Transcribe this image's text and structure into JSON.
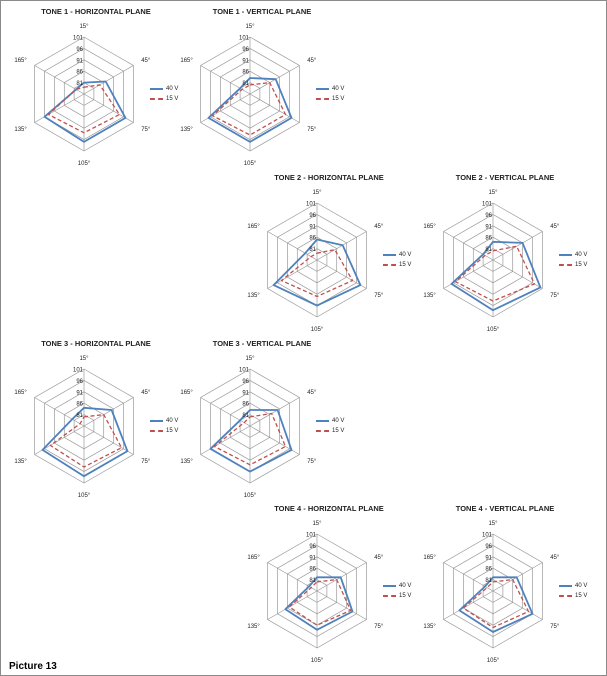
{
  "caption": "Picture 13",
  "legend": {
    "series1": "40 V",
    "series2": "15 V"
  },
  "colors": {
    "series1": "#4f81bd",
    "series2": "#c0504d",
    "grid": "#9a9a9a"
  },
  "chart_data": [
    {
      "type": "radar",
      "title": "TONE 1 - HORIZONTAL PLANE",
      "categories": [
        "15°",
        "45°",
        "75°",
        "105°",
        "135°",
        "165°"
      ],
      "radial_ticks": [
        101,
        96,
        91,
        86,
        81
      ],
      "rlim": [
        76,
        101
      ],
      "series": [
        {
          "name": "40 V",
          "values": [
            81,
            87,
            97,
            97,
            96,
            80
          ]
        },
        {
          "name": "15 V",
          "values": [
            79,
            84,
            94,
            93,
            94,
            80
          ]
        }
      ]
    },
    {
      "type": "radar",
      "title": "TONE 1 - VERTICAL PLANE",
      "categories": [
        "15°",
        "45°",
        "75°",
        "105°",
        "135°",
        "165°"
      ],
      "radial_ticks": [
        101,
        96,
        91,
        86,
        81
      ],
      "rlim": [
        76,
        101
      ],
      "series": [
        {
          "name": "40 V",
          "values": [
            83,
            89,
            97,
            97,
            97,
            81
          ]
        },
        {
          "name": "15 V",
          "values": [
            80,
            86,
            94,
            94,
            95,
            80
          ]
        }
      ]
    },
    {
      "type": "radar",
      "title": "TONE 2 - HORIZONTAL PLANE",
      "categories": [
        "15°",
        "45°",
        "75°",
        "105°",
        "135°",
        "165°"
      ],
      "radial_ticks": [
        101,
        96,
        91,
        86,
        81
      ],
      "rlim": [
        76,
        101
      ],
      "series": [
        {
          "name": "40 V",
          "values": [
            85,
            89,
            98,
            96,
            98,
            82
          ]
        },
        {
          "name": "15 V",
          "values": [
            79,
            85,
            94,
            92,
            94,
            79
          ]
        }
      ]
    },
    {
      "type": "radar",
      "title": "TONE 2 - VERTICAL PLANE",
      "categories": [
        "15°",
        "45°",
        "75°",
        "105°",
        "135°",
        "165°"
      ],
      "radial_ticks": [
        101,
        96,
        91,
        86,
        81
      ],
      "rlim": [
        76,
        101
      ],
      "series": [
        {
          "name": "40 V",
          "values": [
            84,
            91,
            100,
            98,
            97,
            81
          ]
        },
        {
          "name": "15 V",
          "values": [
            80,
            88,
            97,
            94,
            95,
            80
          ]
        }
      ]
    },
    {
      "type": "radar",
      "title": "TONE 3 - HORIZONTAL PLANE",
      "categories": [
        "15°",
        "45°",
        "75°",
        "105°",
        "135°",
        "165°"
      ],
      "radial_ticks": [
        101,
        96,
        91,
        86,
        81
      ],
      "rlim": [
        76,
        101
      ],
      "series": [
        {
          "name": "40 V",
          "values": [
            84,
            90,
            98,
            98,
            97,
            82
          ]
        },
        {
          "name": "15 V",
          "values": [
            80,
            86,
            95,
            94,
            93,
            78
          ]
        }
      ]
    },
    {
      "type": "radar",
      "title": "TONE 3 - VERTICAL PLANE",
      "categories": [
        "15°",
        "45°",
        "75°",
        "105°",
        "135°",
        "165°"
      ],
      "radial_ticks": [
        101,
        96,
        91,
        86,
        81
      ],
      "rlim": [
        76,
        101
      ],
      "series": [
        {
          "name": "40 V",
          "values": [
            83,
            90,
            97,
            96,
            96,
            81
          ]
        },
        {
          "name": "15 V",
          "values": [
            80,
            87,
            94,
            93,
            94,
            79
          ]
        }
      ]
    },
    {
      "type": "radar",
      "title": "TONE 4 - HORIZONTAL PLANE",
      "categories": [
        "15°",
        "45°",
        "75°",
        "105°",
        "135°",
        "165°"
      ],
      "radial_ticks": [
        101,
        96,
        91,
        86,
        81
      ],
      "rlim": [
        76,
        101
      ],
      "series": [
        {
          "name": "40 V",
          "values": [
            82,
            88,
            94,
            93,
            92,
            80
          ]
        },
        {
          "name": "15 V",
          "values": [
            80,
            86,
            93,
            91,
            90,
            79
          ]
        }
      ]
    },
    {
      "type": "radar",
      "title": "TONE 4 - VERTICAL PLANE",
      "categories": [
        "15°",
        "45°",
        "75°",
        "105°",
        "135°",
        "165°"
      ],
      "radial_ticks": [
        101,
        96,
        91,
        86,
        81
      ],
      "rlim": [
        76,
        101
      ],
      "series": [
        {
          "name": "40 V",
          "values": [
            82,
            88,
            96,
            94,
            93,
            80
          ]
        },
        {
          "name": "15 V",
          "values": [
            80,
            86,
            94,
            92,
            91,
            79
          ]
        }
      ]
    }
  ]
}
